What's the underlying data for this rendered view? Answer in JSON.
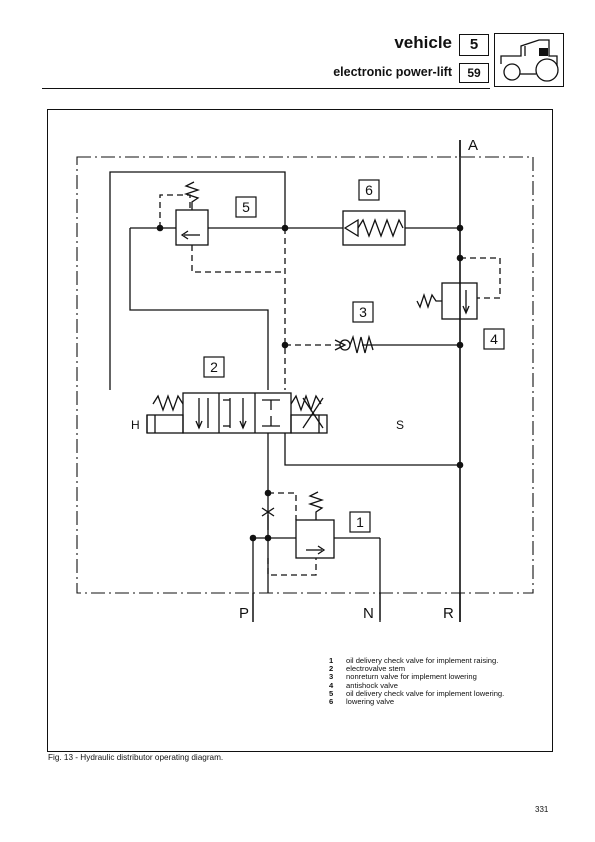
{
  "header": {
    "title": "vehicle",
    "subtitle": "electronic power-lift",
    "section_number": "5",
    "page_code": "59",
    "icon": "tractor-icon"
  },
  "diagram": {
    "port_labels": {
      "A": "A",
      "P": "P",
      "N": "N",
      "R": "R",
      "H": "H",
      "S": "S"
    },
    "component_tags": [
      "1",
      "2",
      "3",
      "4",
      "5",
      "6"
    ]
  },
  "legend": [
    {
      "number": "1",
      "text": "oil delivery check valve for implement raising."
    },
    {
      "number": "2",
      "text": "electrovalve stem"
    },
    {
      "number": "3",
      "text": "nonreturn valve for implement lowering"
    },
    {
      "number": "4",
      "text": "antishock valve"
    },
    {
      "number": "5",
      "text": "oil delivery check valve for implement lowering."
    },
    {
      "number": "6",
      "text": "lowering valve"
    }
  ],
  "caption": "Fig. 13 - Hydraulic distributor operating diagram.",
  "page_number": "331"
}
